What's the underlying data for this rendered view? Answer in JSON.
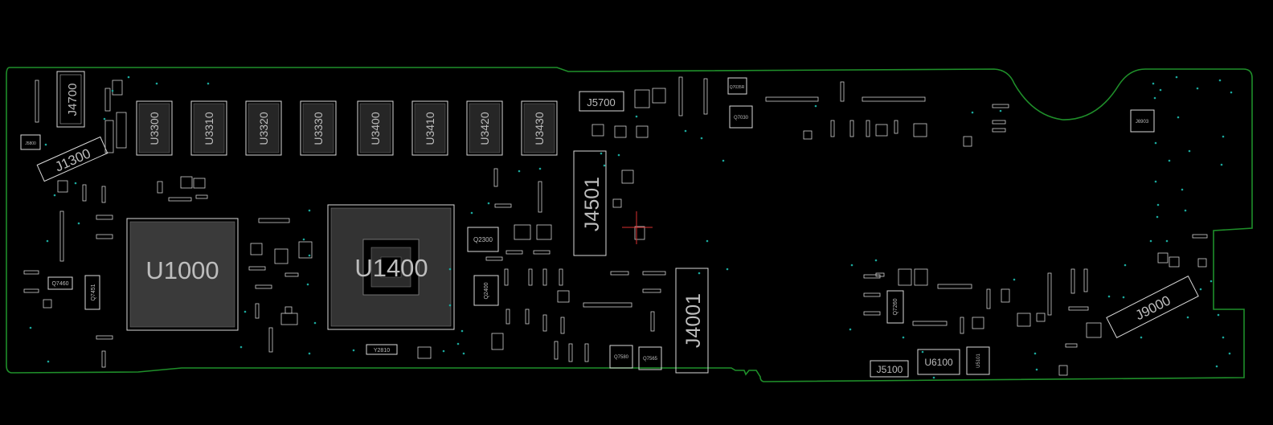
{
  "colors": {
    "background": "#000000",
    "board_outline": "#1f8f2a",
    "component_outline": "#d8d8d8",
    "label_text": "#bdbdbd",
    "via": "#1aa89c",
    "marker": "#d93030"
  },
  "components": {
    "u1000": "U1000",
    "u1400": "U1400",
    "u3300": "U3300",
    "u3310": "U3310",
    "u3320": "U3320",
    "u3330": "U3330",
    "u3400": "U3400",
    "u3410": "U3410",
    "u3420": "U3420",
    "u3430": "U3430",
    "j4700": "J4700",
    "j1300": "J1300",
    "j5700": "J5700",
    "j4501": "J4501",
    "j4001": "J4001",
    "j9000": "J9000",
    "j5100": "J5100",
    "u6100": "U6100",
    "j5800": "J5800",
    "q7460": "Q7460",
    "q7451": "Q7451",
    "q2300": "Q2300",
    "q2400": "Q2400",
    "y2810": "Y2810",
    "q7580": "Q7580",
    "q7565": "Q7565",
    "q7035": "Q7035R",
    "q7030": "Q7030",
    "j6903": "J6903",
    "q7260": "Q7260",
    "u5101": "U5101"
  }
}
